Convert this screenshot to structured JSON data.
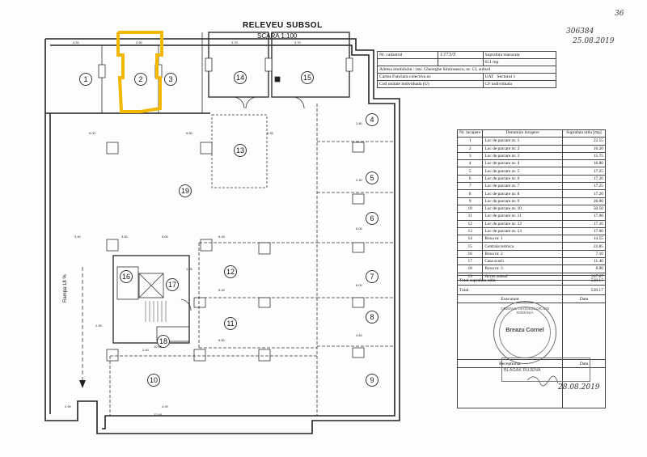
{
  "header": {
    "title": "RELEVEU SUBSOL",
    "scale": "SCARA 1:100",
    "handwritten_number": "306384",
    "handwritten_date": "25.08.2019",
    "page_mark": "36"
  },
  "cadastral_box": {
    "nr_cadastral_label": "Nr. cadastral",
    "nr_cadastral_value": "1373/5",
    "suprafata_label": "Suprafata masurata",
    "suprafata_value": "651 mp",
    "adresa_label": "Adresa imobilului : intr. Gheorghe Simionescu, nr. 13, subsol",
    "cartea_label": "Cartea Funciara colectiva nr.",
    "uat_label": "UAT",
    "sector_label": "Sectorul 1",
    "cod_label": "Cod unitate individuala (U)",
    "cf_label": "CF individuala"
  },
  "area_table": {
    "headers": {
      "nr": "Nr. incapere",
      "denumire": "Denumire incapere",
      "suprafata": "Suprafata utila [mp]"
    },
    "rows": [
      {
        "nr": "1",
        "name": "Loc de parcare nr. 1",
        "area": "22.55"
      },
      {
        "nr": "2",
        "name": "Loc de parcare nr. 2",
        "area": "16.20"
      },
      {
        "nr": "3",
        "name": "Loc de parcare nr. 3",
        "area": "15.75"
      },
      {
        "nr": "4",
        "name": "Loc de parcare nr. 4",
        "area": "16.80"
      },
      {
        "nr": "5",
        "name": "Loc de parcare nr. 5",
        "area": "17.25"
      },
      {
        "nr": "6",
        "name": "Loc de parcare nr. 6",
        "area": "17.20"
      },
      {
        "nr": "7",
        "name": "Loc de parcare nr. 7",
        "area": "17.25"
      },
      {
        "nr": "8",
        "name": "Loc de parcare nr. 8",
        "area": "17.20"
      },
      {
        "nr": "9",
        "name": "Loc de parcare nr. 9",
        "area": "26.00"
      },
      {
        "nr": "10",
        "name": "Loc de parcare nr. 10",
        "area": "50.50"
      },
      {
        "nr": "11",
        "name": "Loc de parcare nr. 11",
        "area": "17.00"
      },
      {
        "nr": "12",
        "name": "Loc de parcare nr. 12",
        "area": "17.10"
      },
      {
        "nr": "13",
        "name": "Loc de parcare nr. 13",
        "area": "17.60"
      },
      {
        "nr": "14",
        "name": "Boxa nr. 1",
        "area": "14.55"
      },
      {
        "nr": "15",
        "name": "Centrala termica",
        "area": "22.85"
      },
      {
        "nr": "16",
        "name": "Boxa nr. 2",
        "area": "7.10"
      },
      {
        "nr": "17",
        "name": "Casa scarii",
        "area": "11.40"
      },
      {
        "nr": "18",
        "name": "Boxa nr. 3",
        "area": "6.00"
      },
      {
        "nr": "19",
        "name": "Acces subsol",
        "area": "207.87"
      }
    ],
    "total_util_label": "Total suprafata utila",
    "total_util_value": "538.17",
    "total_label": "Total",
    "total_value": "538.17"
  },
  "signatures": {
    "executant_label": "Executant",
    "data_label": "Data",
    "receptionat_label": "Receptionat",
    "data2_label": "Data",
    "stamp_text": "ORDINUL GEODEZILOR DIN ROMANIA",
    "stamp_name": "Breazu Cornel",
    "receipt_stamp": "BLAGAK RUJENA",
    "receipt_date": "28.08.2019"
  },
  "plan": {
    "ramp_label": "Rampa 18 %",
    "rooms": [
      {
        "id": "1",
        "label": "1"
      },
      {
        "id": "2",
        "label": "2"
      },
      {
        "id": "3",
        "label": "3"
      },
      {
        "id": "14",
        "label": "14"
      },
      {
        "id": "15",
        "label": "15"
      },
      {
        "id": "4",
        "label": "4"
      },
      {
        "id": "13",
        "label": "13"
      },
      {
        "id": "19",
        "label": "19"
      },
      {
        "id": "5",
        "label": "5"
      },
      {
        "id": "6",
        "label": "6"
      },
      {
        "id": "12",
        "label": "12"
      },
      {
        "id": "16",
        "label": "16"
      },
      {
        "id": "17",
        "label": "17"
      },
      {
        "id": "7",
        "label": "7"
      },
      {
        "id": "11",
        "label": "11"
      },
      {
        "id": "8",
        "label": "8"
      },
      {
        "id": "18",
        "label": "18"
      },
      {
        "id": "10",
        "label": "10"
      },
      {
        "id": "9",
        "label": "9"
      }
    ],
    "dims": [
      "4.20",
      "2.90",
      "3.70",
      "3.70",
      "5.00",
      "5.50",
      "5.35",
      "12.95",
      "3.40",
      "3.50",
      "5.45",
      "5.45",
      "5.50",
      "10.65",
      "4.90",
      "2.90",
      "2.80",
      "2.40",
      "6.00",
      "6.00",
      "3.60",
      "1.65",
      "2.30",
      "5.00",
      "2.40"
    ],
    "highlight_color": "#f2b800",
    "line_color": "#222222"
  }
}
